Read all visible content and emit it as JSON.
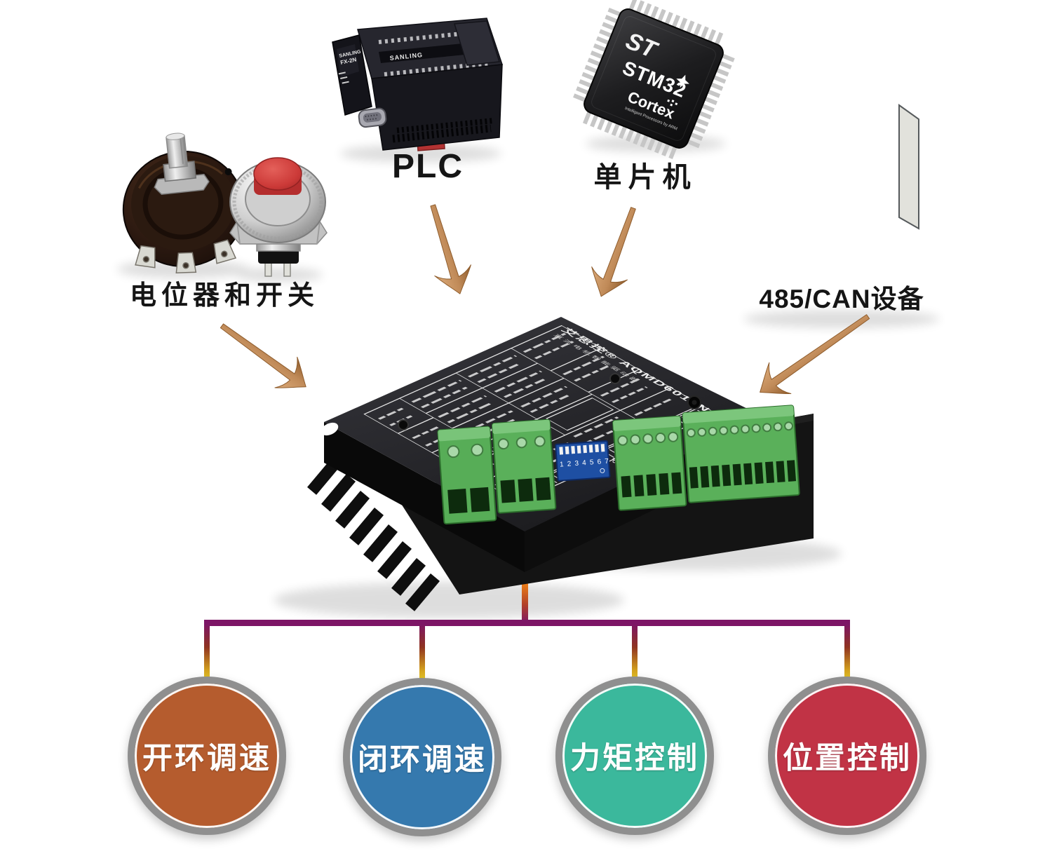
{
  "sources": {
    "potentiometer_switch": {
      "label": "电位器和开关"
    },
    "plc": {
      "label": "PLC",
      "device_brand": "SANLING",
      "device_model": "FX-2N",
      "device_top_brand": "SANLING"
    },
    "mcu": {
      "label": "单片机",
      "chip_logo": "ST",
      "chip_name": "STM32",
      "chip_core": "Cortex",
      "chip_tagline": "Intelligent Processors by ARM"
    },
    "can": {
      "label": "485/CAN设备"
    }
  },
  "driver_board": {
    "brand_model": "艾思控® AQMD6010NS",
    "subtitle": "直流电机智能驱动器",
    "dip_numbers": "1 2 3 4 5 6 7 8"
  },
  "outputs": [
    {
      "label": "开环调速",
      "color": "#b55c2e"
    },
    {
      "label": "闭环调速",
      "color": "#3579ae"
    },
    {
      "label": "力矩控制",
      "color": "#3bb89c"
    },
    {
      "label": "位置控制",
      "color": "#c13345"
    }
  ],
  "colors": {
    "arrow": "#c48e5c",
    "tree_navy": "#2b4572",
    "tree_orange": "#e87a17",
    "tree_purple": "#7d1566",
    "tree_yellow": "#ecd22a",
    "circle_ring": "#8f8f8f"
  }
}
